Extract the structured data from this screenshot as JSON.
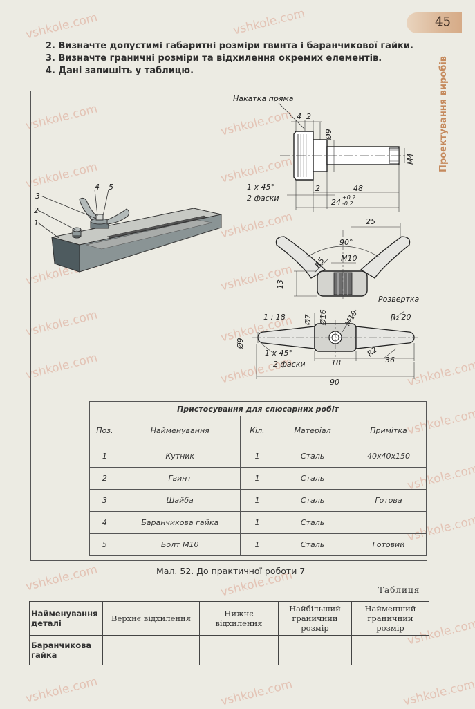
{
  "page": {
    "number": "45",
    "side_title": "Проектування виробів",
    "watermark": "vshkole.com"
  },
  "instructions": [
    "2. Визначте допустимі габаритні розміри гвинта і баранчикової гайки.",
    "3. Визначте граничні розміри та відхилення окремих елементів.",
    "4. Дані запишіть у таблицю."
  ],
  "drawing": {
    "labels": {
      "knurl": "Накатка пряма",
      "development": "Розвертка"
    },
    "screw": {
      "dims": [
        "4",
        "2",
        "Ø9",
        "M4",
        "1 x 45°",
        "2 фаски",
        "2",
        "48",
        "24",
        "+0,2",
        "-0,2"
      ]
    },
    "wing_nut": {
      "dims": [
        "25",
        "90°",
        "R5",
        "M10",
        "13"
      ]
    },
    "development_view": {
      "dims": [
        "1 : 18",
        "Ø16",
        "Ø7",
        "M10",
        "R₂ 20",
        "Ø9",
        "1 x 45°",
        "2 фаски",
        "18",
        "R2",
        "36",
        "90"
      ]
    },
    "callouts": [
      "3",
      "4",
      "5",
      "2",
      "1"
    ]
  },
  "spec_table": {
    "title": "Пристосування для слюсарних робіт",
    "headers": [
      "Поз.",
      "Найменування",
      "Кіл.",
      "Матеріал",
      "Примітка"
    ],
    "rows": [
      [
        "1",
        "Кутник",
        "1",
        "Сталь",
        "40x40x150"
      ],
      [
        "2",
        "Гвинт",
        "1",
        "Сталь",
        ""
      ],
      [
        "3",
        "Шайба",
        "1",
        "Сталь",
        "Готова"
      ],
      [
        "4",
        "Баранчикова гайка",
        "1",
        "Сталь",
        ""
      ],
      [
        "5",
        "Болт M10",
        "1",
        "Сталь",
        "Готовий"
      ]
    ]
  },
  "figure_caption": "Мал. 52. До практичної роботи 7",
  "table_label": "Таблиця",
  "data_table": {
    "headers": [
      "Найменування деталі",
      "Верхнє відхилення",
      "Нижнє відхилення",
      "Найбільший граничний розмір",
      "Найменший граничний розмір"
    ],
    "rows": [
      [
        "Баранчикова гайка",
        "",
        "",
        "",
        ""
      ]
    ]
  }
}
